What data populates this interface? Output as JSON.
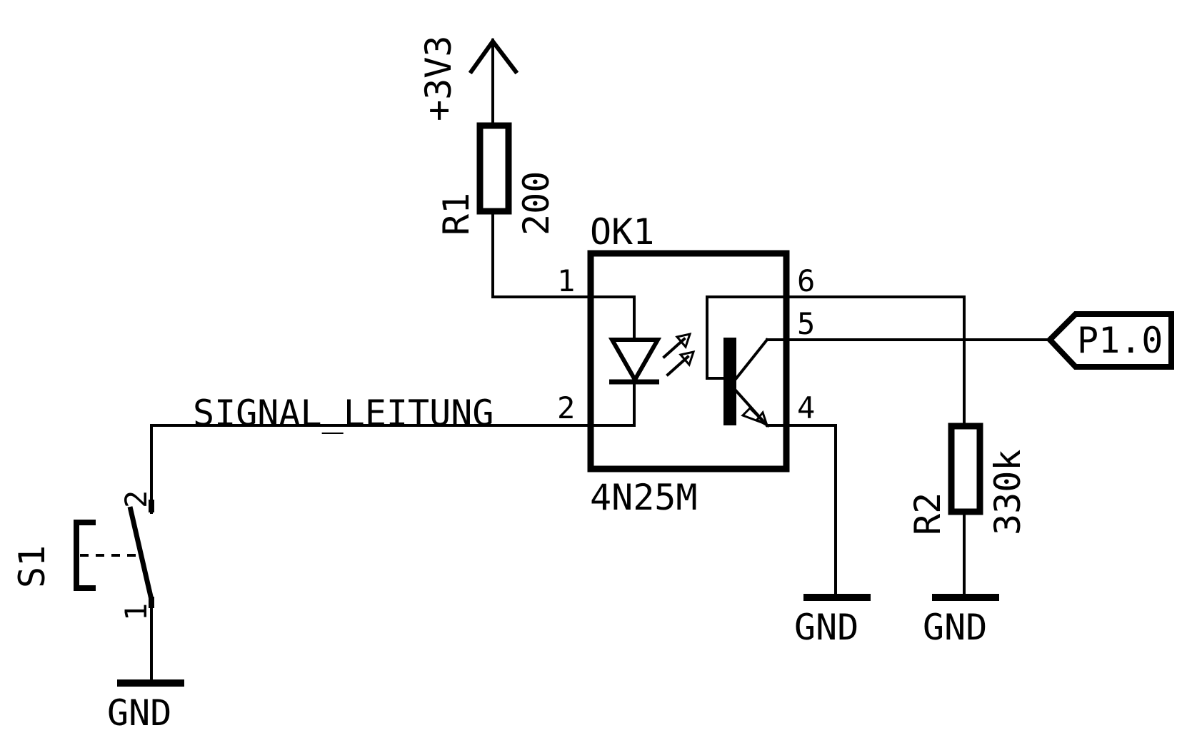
{
  "supply": {
    "label": "+3V3"
  },
  "r1": {
    "name": "R1",
    "value": "200"
  },
  "r2": {
    "name": "R2",
    "value": "330k"
  },
  "optocoupler": {
    "name": "OK1",
    "part": "4N25M",
    "pins": {
      "p1": "1",
      "p2": "2",
      "p4": "4",
      "p5": "5",
      "p6": "6"
    }
  },
  "net": {
    "signal": "SIGNAL_LEITUNG"
  },
  "switch": {
    "name": "S1",
    "pin1": "1",
    "pin2": "2"
  },
  "port": {
    "label": "P1.0"
  },
  "grounds": {
    "switch_gnd": "GND",
    "pin4_gnd": "GND",
    "r2_gnd": "GND"
  }
}
